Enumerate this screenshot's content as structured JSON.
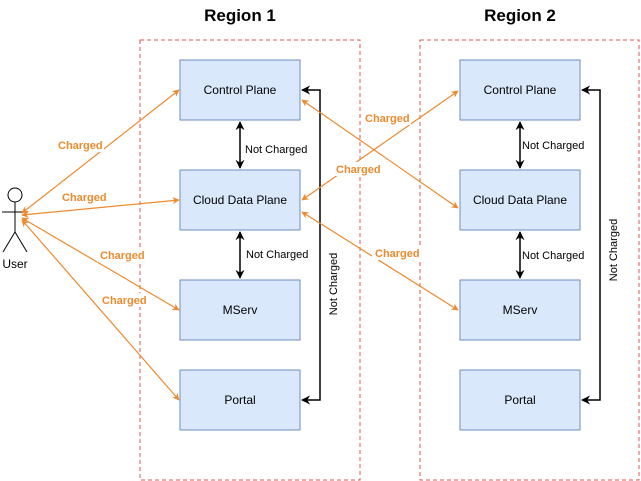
{
  "colors": {
    "accent_orange": "#ed8a2e",
    "region_border": "#e0554f",
    "box_fill": "#dae8fc",
    "box_border": "#6c8ebf",
    "line_black": "#000000"
  },
  "user": {
    "label": "User",
    "icon": "stick-figure-icon"
  },
  "regions": [
    {
      "title": "Region 1",
      "boxes": [
        "Control Plane",
        "Cloud Data Plane",
        "MServ",
        "Portal"
      ],
      "internal_labels": [
        "Not Charged",
        "Not Charged"
      ],
      "vertical_label": "Not Charged"
    },
    {
      "title": "Region 2",
      "boxes": [
        "Control Plane",
        "Cloud Data Plane",
        "MServ",
        "Portal"
      ],
      "internal_labels": [
        "Not Charged",
        "Not Charged"
      ],
      "vertical_label": "Not Charged"
    }
  ],
  "user_links": [
    "Charged",
    "Charged",
    "Charged",
    "Charged"
  ],
  "cross_links": [
    "Charged",
    "Charged",
    "Charged"
  ]
}
